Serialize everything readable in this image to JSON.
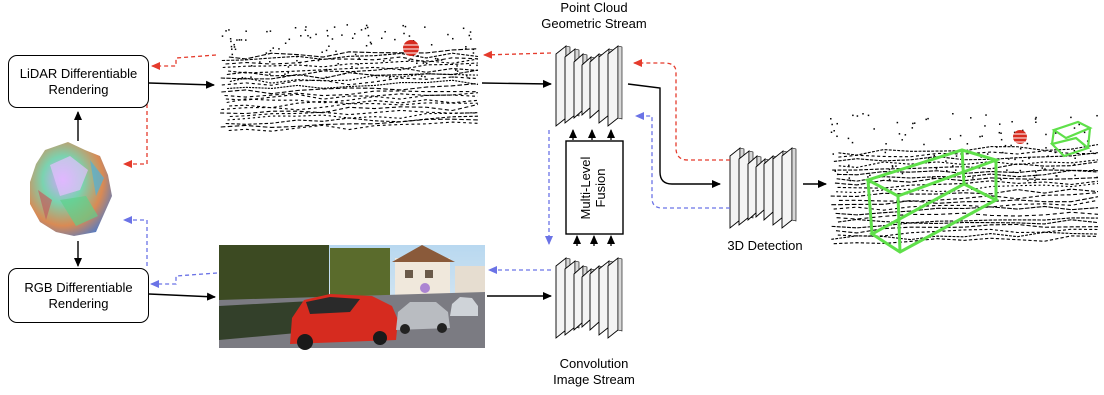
{
  "nodes": {
    "lidar_render": "LiDAR Differentiable\nRendering",
    "rgb_render": "RGB Differentiable\nRendering",
    "fusion": "Multi-Level\nFusion",
    "point_stream": "Point Cloud\nGeometric Stream",
    "image_stream": "Convolution\nImage Stream",
    "detection": "3D Detection"
  },
  "colors": {
    "red_dashed": "#e53b2c",
    "blue_dashed": "#6b73e6",
    "box_green": "#5fe04a",
    "car_red": "#d62b1f"
  }
}
